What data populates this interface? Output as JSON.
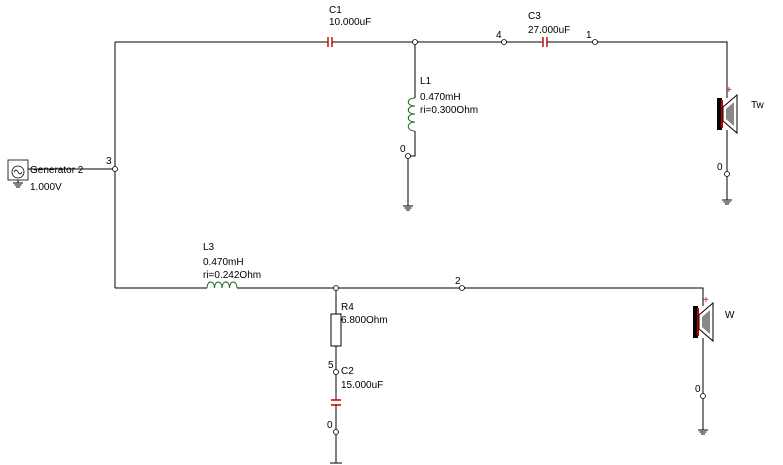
{
  "generator": {
    "name": "Generator 2",
    "value": "1.000V",
    "node": "3"
  },
  "components": {
    "c1": {
      "name": "C1",
      "value": "10.000uF"
    },
    "c3": {
      "name": "C3",
      "value": "27.000uF"
    },
    "l1": {
      "name": "L1",
      "value": "0.470mH",
      "ri": "ri=0.300Ohm"
    },
    "l3": {
      "name": "L3",
      "value": "0.470mH",
      "ri": "ri=0.242Ohm"
    },
    "r4": {
      "name": "R4",
      "value": "6.800Ohm"
    },
    "c2": {
      "name": "C2",
      "value": "15.000uF"
    }
  },
  "speakers": {
    "tweeter": {
      "name": "Tw",
      "plus": "+",
      "ground_node": "0"
    },
    "woofer": {
      "name": "W",
      "plus": "+",
      "ground_node": "0"
    }
  },
  "nodes": {
    "n4": "4",
    "n1": "1",
    "n2": "2",
    "n5": "5",
    "l1_ground": "0",
    "c2_ground": "0"
  }
}
